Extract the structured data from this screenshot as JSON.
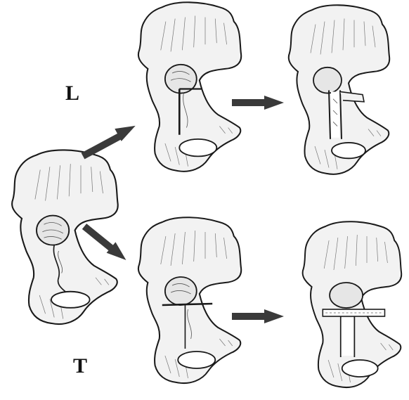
{
  "labels": {
    "top_row": "L",
    "bottom_row": "T"
  },
  "colors": {
    "bone_fill": "#f2f2f2",
    "outline": "#1a1a1a",
    "arrow": "#3a3a3a",
    "hatch": "#555555"
  },
  "figure": {
    "panels": [
      "intact-hemipelvis",
      "longitudinal-cut",
      "longitudinal-distraction",
      "transverse-cut",
      "transverse-distraction"
    ],
    "arrows": [
      "arrow-to-longitudinal",
      "arrow-to-transverse",
      "arrow-longitudinal-result",
      "arrow-transverse-result"
    ]
  }
}
